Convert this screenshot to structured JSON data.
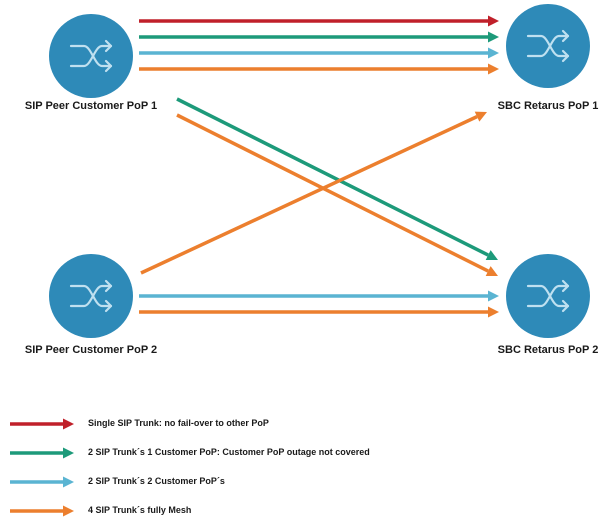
{
  "colors": {
    "node_fill": "#2e8ab8",
    "node_icon": "#bfe0f0",
    "red": "#c0202a",
    "green": "#1d9a7a",
    "light_blue": "#5ab4d2",
    "orange": "#ec7f2e"
  },
  "nodes": {
    "customer_pop_1": {
      "label": "SIP Peer Customer PoP 1",
      "icon": "router-icon"
    },
    "customer_pop_2": {
      "label": "SIP Peer Customer PoP 2",
      "icon": "router-icon"
    },
    "retarus_pop_1": {
      "label": "SBC Retarus PoP 1",
      "icon": "router-icon"
    },
    "retarus_pop_2": {
      "label": "SBC Retarus PoP 2",
      "icon": "router-icon"
    }
  },
  "connections": [
    {
      "from": "customer_pop_1",
      "to": "retarus_pop_1",
      "color": "red"
    },
    {
      "from": "customer_pop_1",
      "to": "retarus_pop_1",
      "color": "green"
    },
    {
      "from": "customer_pop_1",
      "to": "retarus_pop_1",
      "color": "light_blue"
    },
    {
      "from": "customer_pop_1",
      "to": "retarus_pop_1",
      "color": "orange"
    },
    {
      "from": "customer_pop_1",
      "to": "retarus_pop_2",
      "color": "green"
    },
    {
      "from": "customer_pop_1",
      "to": "retarus_pop_2",
      "color": "orange"
    },
    {
      "from": "customer_pop_2",
      "to": "retarus_pop_1",
      "color": "orange"
    },
    {
      "from": "customer_pop_2",
      "to": "retarus_pop_2",
      "color": "light_blue"
    },
    {
      "from": "customer_pop_2",
      "to": "retarus_pop_2",
      "color": "orange"
    }
  ],
  "legend": [
    {
      "color": "red",
      "label": "Single SIP Trunk: no fail-over to other PoP"
    },
    {
      "color": "green",
      "label": "2 SIP Trunk´s 1 Customer PoP: Customer PoP outage not covered"
    },
    {
      "color": "light_blue",
      "label": "2 SIP Trunk´s 2 Customer PoP´s"
    },
    {
      "color": "orange",
      "label": "4 SIP Trunk´s fully Mesh"
    }
  ]
}
